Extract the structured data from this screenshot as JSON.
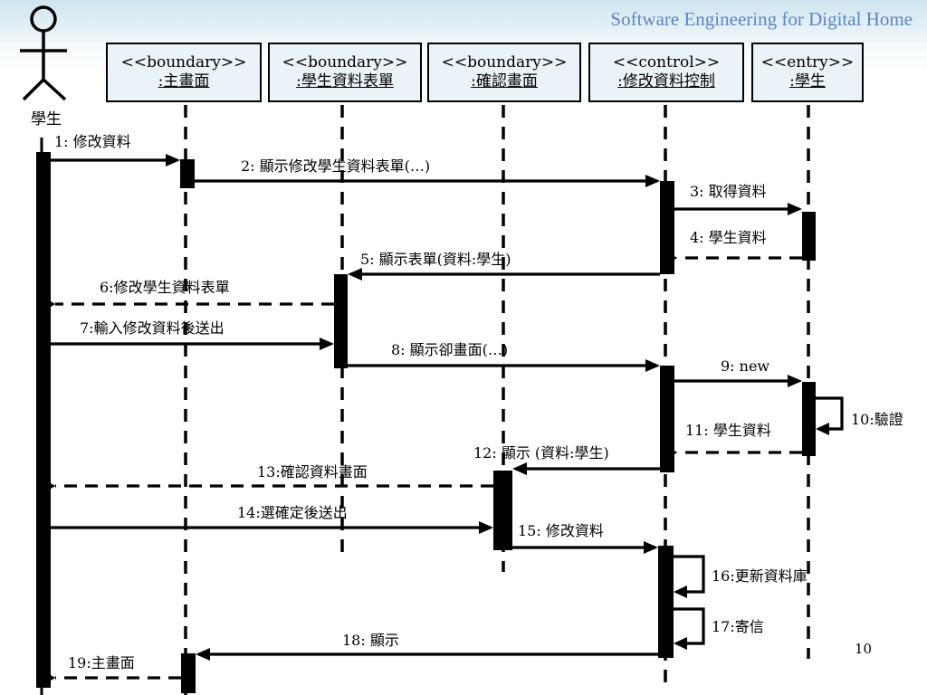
{
  "header": {
    "title": "Software Engineering for Digital Home"
  },
  "slide_number": "10",
  "actor": {
    "label": "學生"
  },
  "lifelines": [
    {
      "stereotype": "<<boundary>>",
      "name": ":主畫面"
    },
    {
      "stereotype": "<<boundary>>",
      "name": ":學生資料表單"
    },
    {
      "stereotype": "<<boundary>>",
      "name": ":確認畫面"
    },
    {
      "stereotype": "<<control>>",
      "name": ":修改資料控制"
    },
    {
      "stereotype": "<<entry>>",
      "name": ":學生"
    }
  ],
  "messages": [
    {
      "label": "1: 修改資料",
      "from": "actor",
      "to": 0,
      "kind": "call"
    },
    {
      "label": "2: 顯示修改學生資料表單(…)",
      "from": 0,
      "to": 3,
      "kind": "call"
    },
    {
      "label": "3: 取得資料",
      "from": 3,
      "to": 4,
      "kind": "call"
    },
    {
      "label": "4: 學生資料",
      "from": 4,
      "to": 3,
      "kind": "return"
    },
    {
      "label": "5: 顯示表單(資料:學生)",
      "from": 3,
      "to": 1,
      "kind": "call"
    },
    {
      "label": "6:修改學生資料表單",
      "from": 1,
      "to": "actor",
      "kind": "return"
    },
    {
      "label": "7:輸入修改資料後送出",
      "from": "actor",
      "to": 1,
      "kind": "call"
    },
    {
      "label": "8: 顯示卻畫面(…)",
      "from": 1,
      "to": 3,
      "kind": "call"
    },
    {
      "label": "9: new",
      "from": 3,
      "to": 4,
      "kind": "call"
    },
    {
      "label": "10:驗證",
      "from": 4,
      "to": 4,
      "kind": "self"
    },
    {
      "label": "11: 學生資料",
      "from": 4,
      "to": 3,
      "kind": "return"
    },
    {
      "label": "12: 顯示 (資料:學生)",
      "from": 3,
      "to": 2,
      "kind": "call"
    },
    {
      "label": "13:確認資料畫面",
      "from": 2,
      "to": "actor",
      "kind": "return"
    },
    {
      "label": "14:選確定後送出",
      "from": "actor",
      "to": 2,
      "kind": "call"
    },
    {
      "label": "15: 修改資料",
      "from": 2,
      "to": 3,
      "kind": "call"
    },
    {
      "label": "16:更新資料庫",
      "from": 3,
      "to": 3,
      "kind": "self"
    },
    {
      "label": "17:寄信",
      "from": 3,
      "to": 3,
      "kind": "self"
    },
    {
      "label": "18: 顯示",
      "from": 3,
      "to": 0,
      "kind": "call"
    },
    {
      "label": "19:主畫面",
      "from": 0,
      "to": "actor",
      "kind": "return"
    }
  ]
}
